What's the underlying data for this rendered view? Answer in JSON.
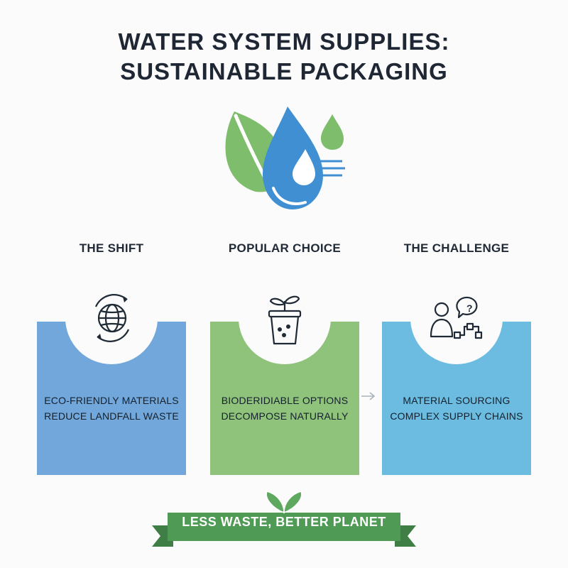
{
  "title": {
    "line1": "WATER SYSTEM SUPPLIES:",
    "line2": "SUSTAINABLE PACKAGING"
  },
  "hero": {
    "icon": "leaf-water-drop-icon"
  },
  "columns": [
    {
      "heading": "THE SHIFT",
      "icon": "globe-recycle-icon",
      "line1": "ECO-FRIENDLY MATERIALS",
      "line2": "REDUCE LANDFALL WASTE",
      "color": "#72a7db"
    },
    {
      "heading": "POPULAR CHOICE",
      "icon": "plant-pot-icon",
      "line1": "BIODERIDIABLE OPTIONS",
      "line2": "DECOMPOSE NATURALLY",
      "color": "#8fc27a"
    },
    {
      "heading": "THE CHALLENGE",
      "icon": "person-question-icon",
      "line1": "MATERIAL SOURCING",
      "line2": "COMPLEX SUPPLY CHAINS",
      "color": "#6bbce0"
    }
  ],
  "banner": {
    "text": "LESS WASTE, BETTER PLANET",
    "color": "#4f9a55"
  }
}
